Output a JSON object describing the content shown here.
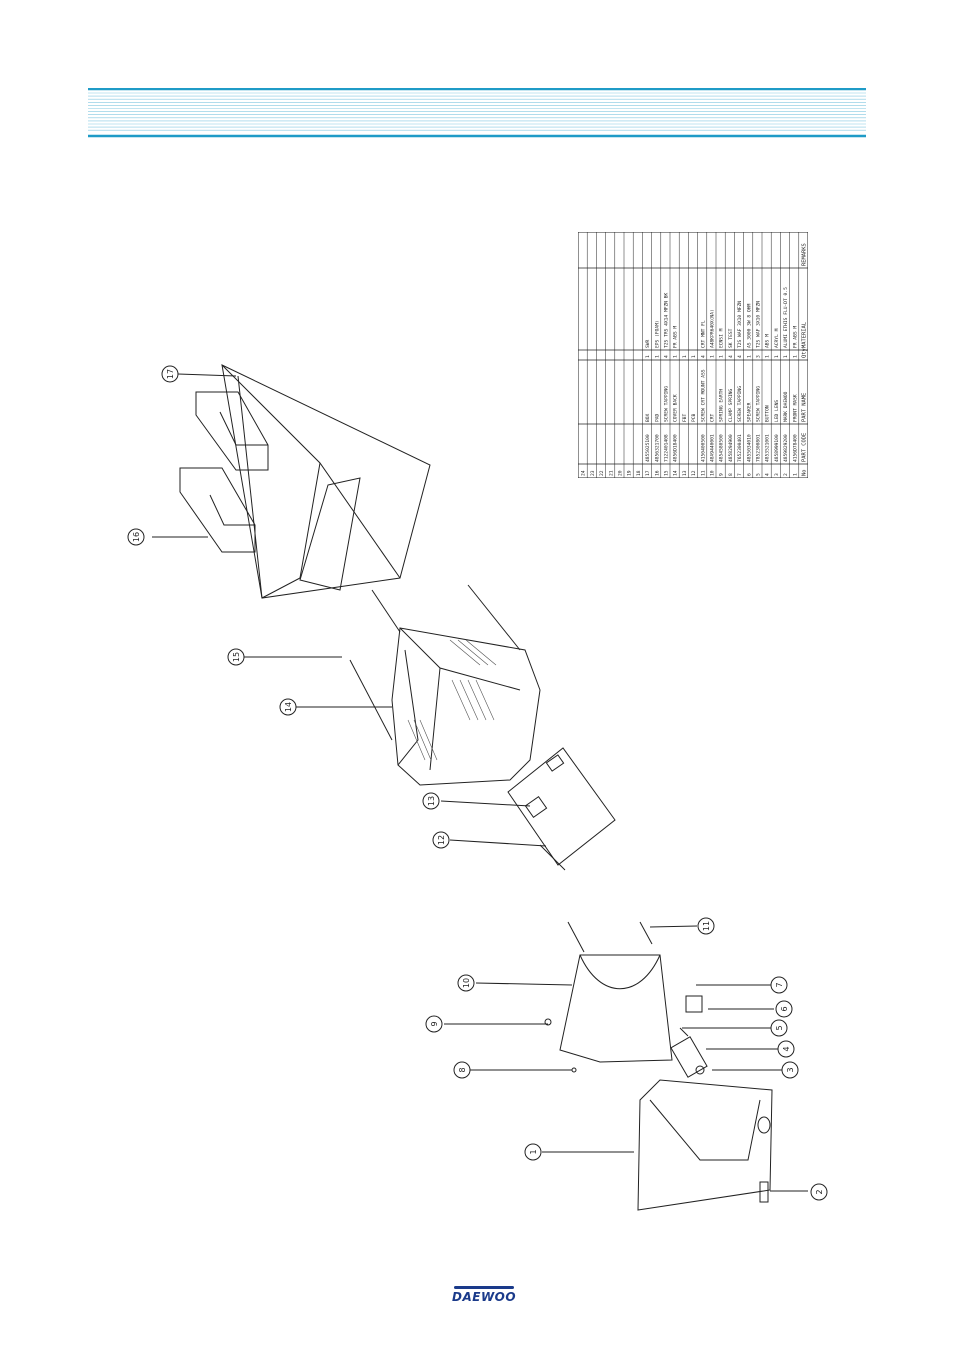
{
  "colors": {
    "header_line": "#1f9bc7",
    "ink": "#222222",
    "brand": "#1a3a8a"
  },
  "footer": {
    "brand": "DAEWOO"
  },
  "callouts": [
    "1",
    "2",
    "3",
    "4",
    "5",
    "6",
    "7",
    "8",
    "9",
    "10",
    "11",
    "12",
    "13",
    "14",
    "15",
    "16",
    "17"
  ],
  "parts_table": {
    "headers": {
      "no": "No",
      "part_code": "PART CODE",
      "part_name": "PART NAME",
      "qty": "Qty",
      "material": "MATERIAL",
      "remarks": "REMARKS"
    },
    "rows": [
      {
        "no": "1",
        "part_code": "4156D78400",
        "part_name": "FRONT MASK",
        "qty": "1",
        "material": "FR ABS M"
      },
      {
        "no": "2",
        "part_code": "4859829200",
        "part_name": "MARK DAEWOO",
        "qty": "1",
        "material": "ALUMI ETHIS FLU-DT 0.5"
      },
      {
        "no": "3",
        "part_code": "4858999100",
        "part_name": "LED LENS",
        "qty": "1",
        "material": "ACRYL M"
      },
      {
        "no": "4",
        "part_code": "4853521001",
        "part_name": "BUTTON",
        "qty": "1",
        "material": "ABS M"
      },
      {
        "no": "5",
        "part_code": "7852300801",
        "part_name": "SCREW TAPPING",
        "qty": "3",
        "material": "T2S WAF 3X10 MFZN"
      },
      {
        "no": "6",
        "part_code": "4855034010",
        "part_name": "SPEAKER",
        "qty": "1",
        "material": "AS 3000 3W 8 OHM"
      },
      {
        "no": "7",
        "part_code": "7652300401",
        "part_name": "SCREW TAPPING",
        "qty": "4",
        "material": "T2S WAF 3X10 MFZN"
      },
      {
        "no": "8",
        "part_code": "4858294900",
        "part_name": "CLAMP SPRING",
        "qty": "4",
        "material": "SK TEST"
      },
      {
        "no": "9",
        "part_code": "4854580500",
        "part_name": "SPRING EARTH",
        "qty": "1",
        "material": "ECNSI M"
      },
      {
        "no": "10",
        "part_code": "48A9440001",
        "part_name": "CRT",
        "qty": "1",
        "material": "A48KPR640X(NA)"
      },
      {
        "no": "11",
        "part_code": "4150400500",
        "part_name": "SCREW CRT MOUNT ASS",
        "qty": "4",
        "material": "CRT MNT FL"
      },
      {
        "no": "12",
        "part_code": "",
        "part_name": "PCB",
        "qty": "1",
        "material": ""
      },
      {
        "no": "13",
        "part_code": "",
        "part_name": "FBT",
        "qty": "1",
        "material": ""
      },
      {
        "no": "14",
        "part_code": "4856D18400",
        "part_name": "COVER BACK",
        "qty": "1",
        "material": "FR ABS M"
      },
      {
        "no": "15",
        "part_code": "7122401408",
        "part_name": "SCREW TAPPING",
        "qty": "4",
        "material": "T2S TRS 4X14 MFZN BK"
      },
      {
        "no": "16",
        "part_code": "4856321700",
        "part_name": "PAD",
        "qty": "1",
        "material": "EPS (FOAM)"
      },
      {
        "no": "17",
        "part_code": "4855025100",
        "part_name": "BOX",
        "qty": "1",
        "material": "SWR"
      },
      {
        "no": "18",
        "part_code": "",
        "part_name": "",
        "qty": "",
        "material": ""
      },
      {
        "no": "19",
        "part_code": "",
        "part_name": "",
        "qty": "",
        "material": ""
      },
      {
        "no": "20",
        "part_code": "",
        "part_name": "",
        "qty": "",
        "material": ""
      },
      {
        "no": "21",
        "part_code": "",
        "part_name": "",
        "qty": "",
        "material": ""
      },
      {
        "no": "22",
        "part_code": "",
        "part_name": "",
        "qty": "",
        "material": ""
      },
      {
        "no": "23",
        "part_code": "",
        "part_name": "",
        "qty": "",
        "material": ""
      },
      {
        "no": "24",
        "part_code": "",
        "part_name": "",
        "qty": "",
        "material": ""
      }
    ]
  }
}
